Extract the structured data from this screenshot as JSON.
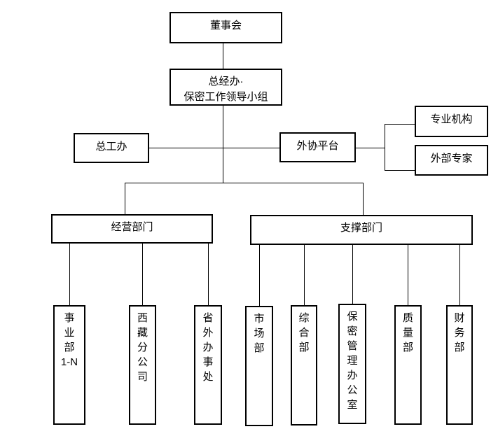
{
  "diagram": {
    "type": "org-chart",
    "background_color": "#ffffff",
    "line_color": "#000000",
    "text_color": "#000000",
    "nodes": {
      "board": "董事会",
      "gm_office": "总经办·\n保密工作领导小组",
      "chief_engineer_office": "总工办",
      "outsourcing_platform": "外协平台",
      "professional_org": "专业机构",
      "external_experts": "外部专家",
      "operating_depts": "经营部门",
      "support_depts": "支撑部门",
      "business_unit": "事\n业\n部\n1-N",
      "tibet_branch": "西\n藏\n分\n公\n司",
      "out_province_office": "省\n外\n办\n事\n处",
      "market_dept": "市\n场\n部",
      "general_dept": "综\n合\n部",
      "confidentiality_office": "保\n密\n管\n理\n办\n公\n室",
      "quality_dept": "质\n量\n部",
      "finance_dept": "财\n务\n部"
    },
    "edges": [
      {
        "from": "board",
        "to": "gm_office"
      },
      {
        "from": "gm_office",
        "to": "chief_engineer_office"
      },
      {
        "from": "gm_office",
        "to": "outsourcing_platform"
      },
      {
        "from": "outsourcing_platform",
        "to": "professional_org"
      },
      {
        "from": "outsourcing_platform",
        "to": "external_experts"
      },
      {
        "from": "gm_office",
        "to": "operating_depts"
      },
      {
        "from": "gm_office",
        "to": "support_depts"
      },
      {
        "from": "operating_depts",
        "to": "business_unit"
      },
      {
        "from": "operating_depts",
        "to": "tibet_branch"
      },
      {
        "from": "operating_depts",
        "to": "out_province_office"
      },
      {
        "from": "support_depts",
        "to": "market_dept"
      },
      {
        "from": "support_depts",
        "to": "general_dept"
      },
      {
        "from": "support_depts",
        "to": "confidentiality_office"
      },
      {
        "from": "support_depts",
        "to": "quality_dept"
      },
      {
        "from": "support_depts",
        "to": "finance_dept"
      }
    ]
  }
}
